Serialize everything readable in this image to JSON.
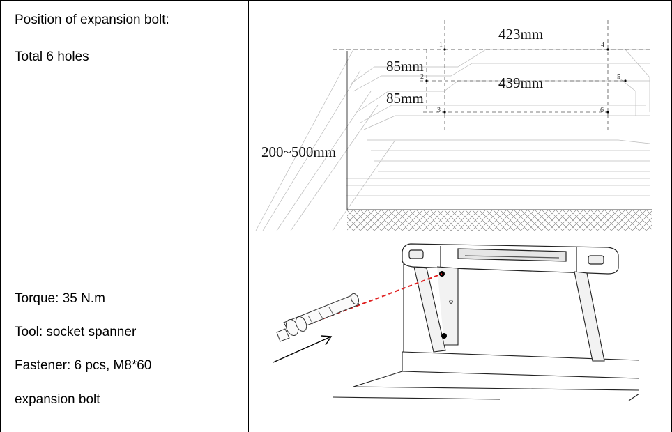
{
  "left_column": {
    "position_title": "Position of expansion bolt:",
    "total_holes": "Total 6 holes",
    "torque": "Torque: 35 N.m",
    "tool": "Tool: socket spanner",
    "fastener": "Fastener: 6 pcs, M8*60",
    "fastener_cont": "expansion bolt"
  },
  "top_drawing": {
    "dim_width_top": "423mm",
    "dim_width_mid": "439mm",
    "dim_spacing_1": "85mm",
    "dim_spacing_2": "85mm",
    "dim_height": "200~500mm",
    "holes": [
      "1",
      "2",
      "3",
      "4",
      "5",
      "6"
    ]
  },
  "colors": {
    "border": "#000000",
    "line": "#555555",
    "arrow_dash": "#e02020"
  }
}
